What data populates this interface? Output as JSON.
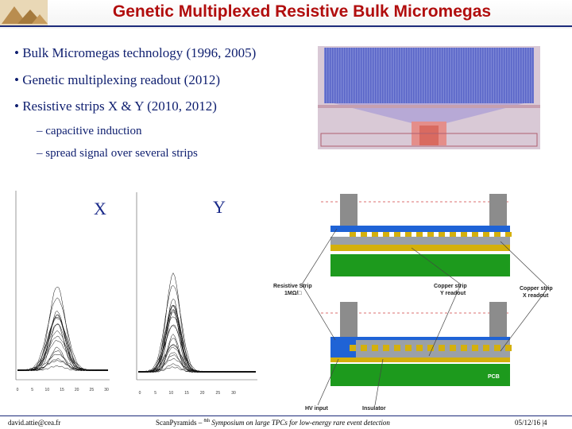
{
  "slide": {
    "title": "Genetic Multiplexed Resistive Bulk Micromegas",
    "bullets": [
      "• Bulk Micromegas technology (1996, 2005)",
      "• Genetic multiplexing readout (2012)",
      "• Resistive strips X & Y (2010, 2012)"
    ],
    "sub_bullets": [
      "– capacitive induction",
      "– spread signal over several strips"
    ]
  },
  "plots": {
    "x_label": "X",
    "y_label": "Y",
    "x_axis_ticks": [
      "0",
      "5",
      "10",
      "15",
      "20",
      "25",
      "30"
    ],
    "y_axis_ticks": [
      "0",
      "5",
      "10",
      "15",
      "20",
      "25",
      "30"
    ]
  },
  "diagram": {
    "labels": {
      "resistive_strip": "Resistive Strip",
      "resistance": "1MΩ/□",
      "copper_y": "Copper strip",
      "copper_y_2": "Y readout",
      "copper_x": "Copper strip",
      "copper_x_2": "X readout",
      "pcb": "PCB",
      "hv_input": "HV input",
      "insulator": "Insulator"
    },
    "colors": {
      "pillar": "#8c8c8c",
      "resistive": "#1f63d6",
      "copper": "#d4b00c",
      "pcb": "#1d9a1d"
    }
  },
  "footer": {
    "left": "david.attie@cea.fr",
    "center_prefix": "ScanPyramids – ",
    "center_superscript": "8th",
    "center_italic": " Symposium on large TPCs for low-energy rare event detection",
    "right": "05/12/16 |4"
  }
}
